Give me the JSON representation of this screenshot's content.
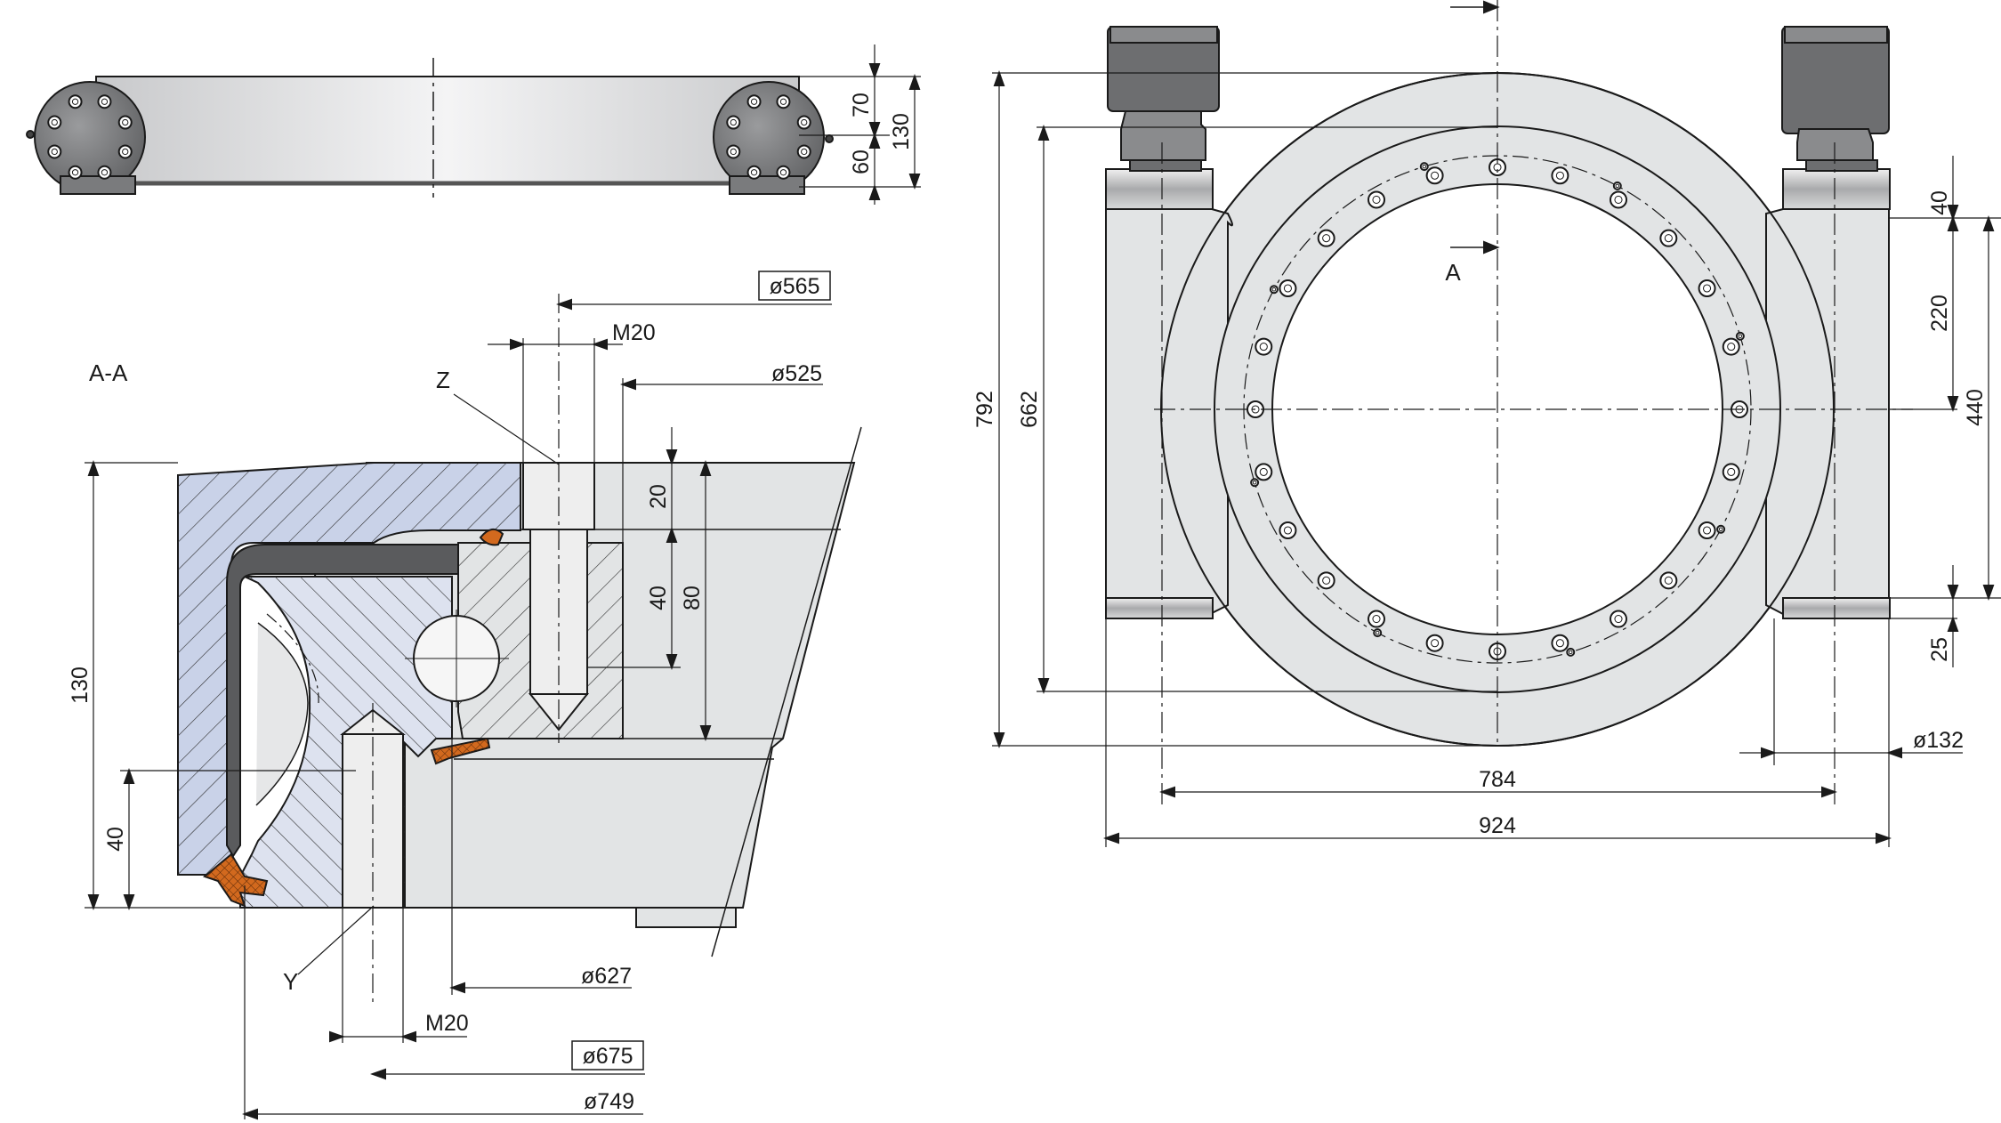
{
  "top_view": {
    "dim_70": "70",
    "dim_130": "130",
    "dim_60": "60"
  },
  "section_view": {
    "title": "A-A",
    "label_z": "Z",
    "label_y": "Y",
    "dim_d565": "ø565",
    "dim_m20_top": "M20",
    "dim_d525": "ø525",
    "dim_20": "20",
    "dim_40_mid": "40",
    "dim_80": "80",
    "dim_130": "130",
    "dim_40_low": "40",
    "dim_d627": "ø627",
    "dim_m20_bottom": "M20",
    "dim_d675": "ø675",
    "dim_d749": "ø749"
  },
  "front_view": {
    "section_marker": "A",
    "dim_792": "792",
    "dim_662": "662",
    "dim_40": "40",
    "dim_220": "220",
    "dim_440": "440",
    "dim_25": "25",
    "dim_d132": "ø132",
    "dim_784": "784",
    "dim_924": "924"
  },
  "colors": {
    "housing_fill": "#e2e4e5",
    "outer_ring_fill": "#c9d2e8",
    "inner_ring_fill": "#dde2ef",
    "seal_fill": "#d2691e",
    "motor_fill": "#6d6e70",
    "line": "#1a1a1a"
  }
}
